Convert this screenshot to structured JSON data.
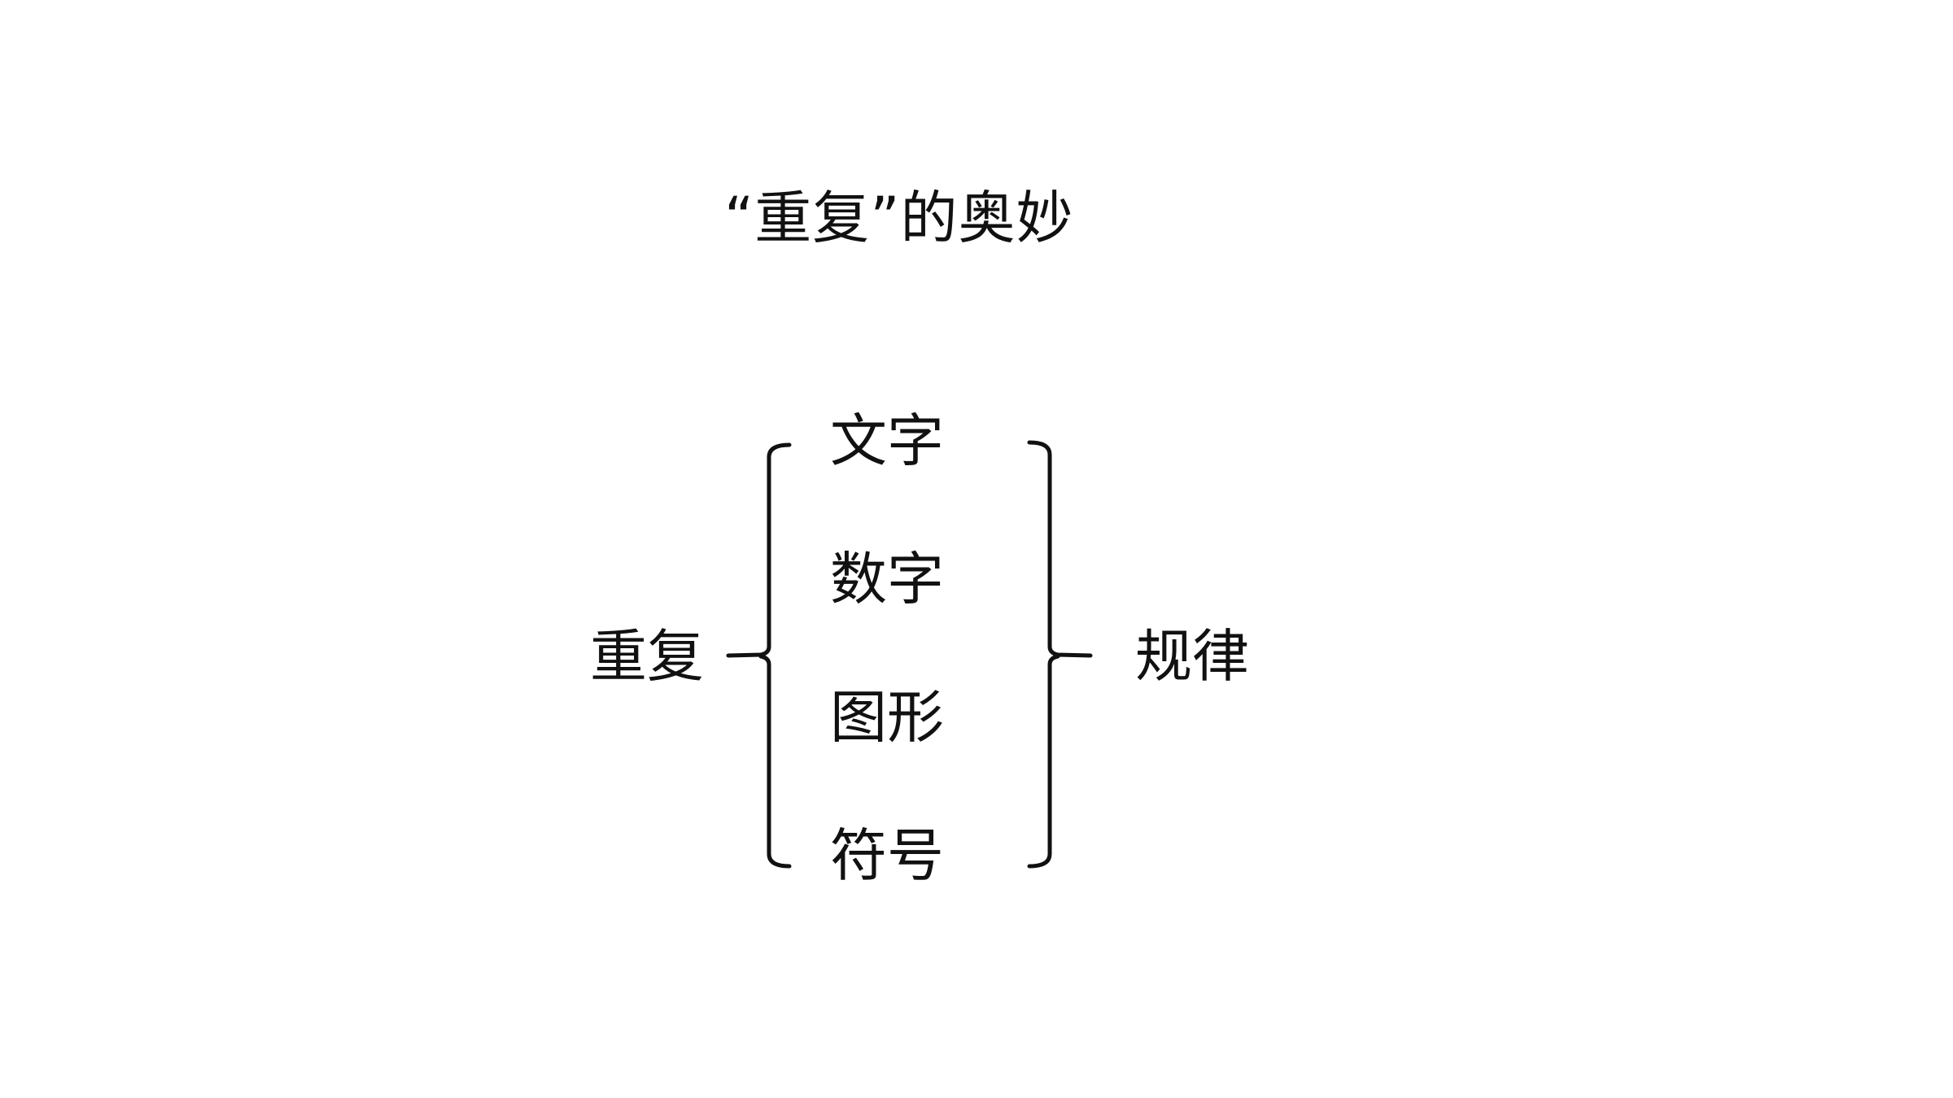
{
  "slide": {
    "title": "“重复”的奥妙",
    "left_term": "重复",
    "right_term": "规律",
    "items": [
      "文字",
      "数字",
      "图形",
      "符号"
    ]
  }
}
